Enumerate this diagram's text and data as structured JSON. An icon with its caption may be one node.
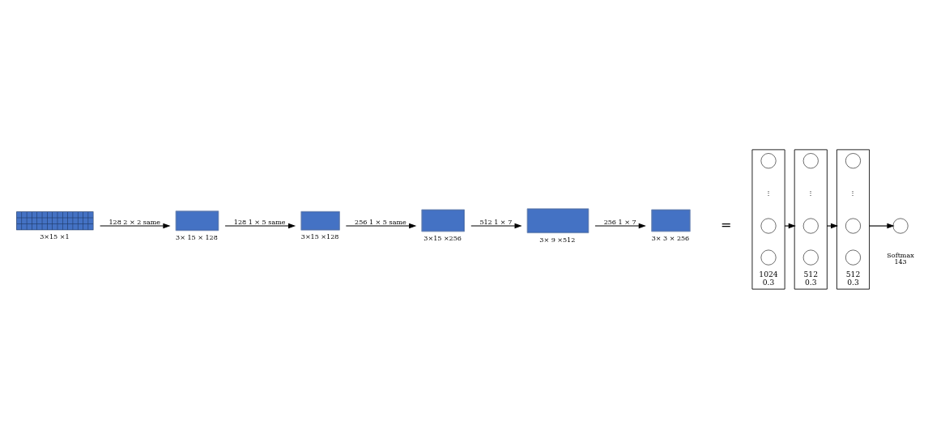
{
  "diagram": {
    "nodes": [
      {
        "text": [],
        "shape": "box",
        "beside": [
          "3×15 ×1"
        ]
      },
      {
        "text": [],
        "shape": "box",
        "beside": [
          "3× 15 × 128"
        ]
      },
      {
        "text": [],
        "shape": "box",
        "beside": [
          "3×15 ×128"
        ]
      },
      {
        "text": [],
        "shape": "box",
        "beside": [
          "3×15 ×256"
        ]
      },
      {
        "text": [],
        "shape": "box",
        "beside": [
          "3× 9 ×512"
        ]
      },
      {
        "text": [],
        "shape": "box",
        "beside": [
          "3× 3 × 256"
        ]
      },
      {
        "text": [
          "⋮"
        ],
        "beside": [
          "1024",
          "0.3"
        ]
      },
      {
        "text": [],
        "shape": "circle",
        "in": 6
      },
      {
        "text": [],
        "shape": "circle",
        "in": 6
      },
      {
        "text": [],
        "shape": "circle",
        "in": 6
      },
      {
        "text": [
          "⋮"
        ],
        "beside": [
          "512",
          "0.3"
        ]
      },
      {
        "text": [],
        "shape": "circle",
        "in": 10
      },
      {
        "text": [],
        "shape": "circle",
        "in": 10
      },
      {
        "text": [],
        "shape": "circle",
        "in": 10
      },
      {
        "text": [
          "⋮"
        ],
        "beside": [
          "512",
          "0.3"
        ]
      },
      {
        "text": [],
        "shape": "circle",
        "in": 14
      },
      {
        "text": [],
        "shape": "circle",
        "in": 14
      },
      {
        "text": [],
        "shape": "circle",
        "in": 14
      },
      {
        "text": [],
        "shape": "circle",
        "beside": [
          "Softmax",
          "143"
        ]
      }
    ],
    "edges": [
      {
        "from": 0,
        "to": 1,
        "arrow": "to",
        "label": "128 2 × 2 same"
      },
      {
        "from": 1,
        "to": 2,
        "arrow": "to",
        "label": "128 1 × 5 same"
      },
      {
        "from": 2,
        "to": 3,
        "arrow": "to",
        "label": "256 1 × 5 same"
      },
      {
        "from": 3,
        "to": 4,
        "arrow": "to",
        "label": "512 1 × 7"
      },
      {
        "from": 4,
        "to": 5,
        "arrow": "to",
        "label": "256 1 × 7"
      },
      {
        "from": 6,
        "to": 10,
        "arrow": "to"
      },
      {
        "from": 10,
        "to": 14,
        "arrow": "to"
      },
      {
        "from": 14,
        "to": 18,
        "arrow": "to"
      }
    ],
    "labels": [
      "="
    ]
  }
}
